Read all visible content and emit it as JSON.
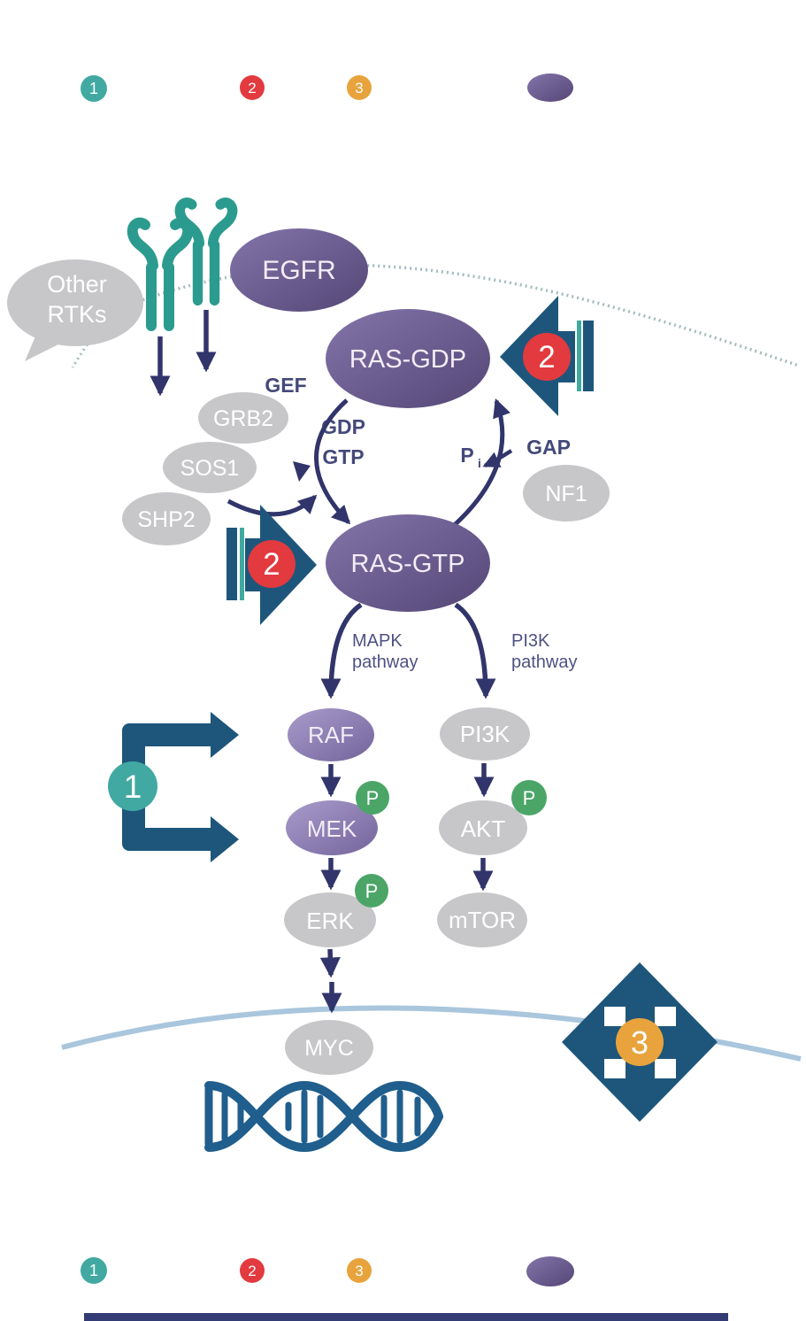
{
  "colors": {
    "purple_dark": "#6b5c94",
    "purple_light": "#9688bd",
    "gray_node": "#c7c7ca",
    "navy_arrow": "#31356b",
    "steel_blue": "#1e567b",
    "teal_receptor": "#2c9b8f",
    "teal_badge": "#41a9a2",
    "red_badge": "#e23a3f",
    "orange_badge": "#e8a33c",
    "green_phospho": "#4ba567",
    "light_blue_membrane": "#a9c6dd",
    "dna_blue": "#1f5e8d"
  },
  "legend_top": {
    "title": "",
    "items": [
      {
        "badge": "1",
        "label": ""
      },
      {
        "badge": "2",
        "label": ""
      },
      {
        "badge": "3",
        "label": ""
      },
      {
        "badge": "",
        "label": ""
      }
    ]
  },
  "legend_bottom": {
    "title": "",
    "items": [
      {
        "badge": "1",
        "label": ""
      },
      {
        "badge": "2",
        "label": ""
      },
      {
        "badge": "3",
        "label": ""
      },
      {
        "badge": "",
        "label": ""
      }
    ]
  },
  "bubble": {
    "line1": "Other",
    "line2": "RTKs"
  },
  "nodes": {
    "egfr": "EGFR",
    "ras_gdp": "RAS-GDP",
    "ras_gtp": "RAS-GTP",
    "grb2": "GRB2",
    "sos1": "SOS1",
    "shp2": "SHP2",
    "nf1": "NF1",
    "raf": "RAF",
    "mek": "MEK",
    "erk": "ERK",
    "pi3k": "PI3K",
    "akt": "AKT",
    "mtor": "mTOR",
    "myc": "MYC"
  },
  "labels": {
    "gef": "GEF",
    "gdp": "GDP",
    "gtp": "GTP",
    "gap": "GAP",
    "pi_p": "P",
    "pi_i": "i",
    "mapk": "MAPK",
    "pi3k": "PI3K",
    "pathway": "pathway",
    "phospho": "P"
  },
  "badges": {
    "one": "1",
    "two": "2",
    "three": "3"
  }
}
